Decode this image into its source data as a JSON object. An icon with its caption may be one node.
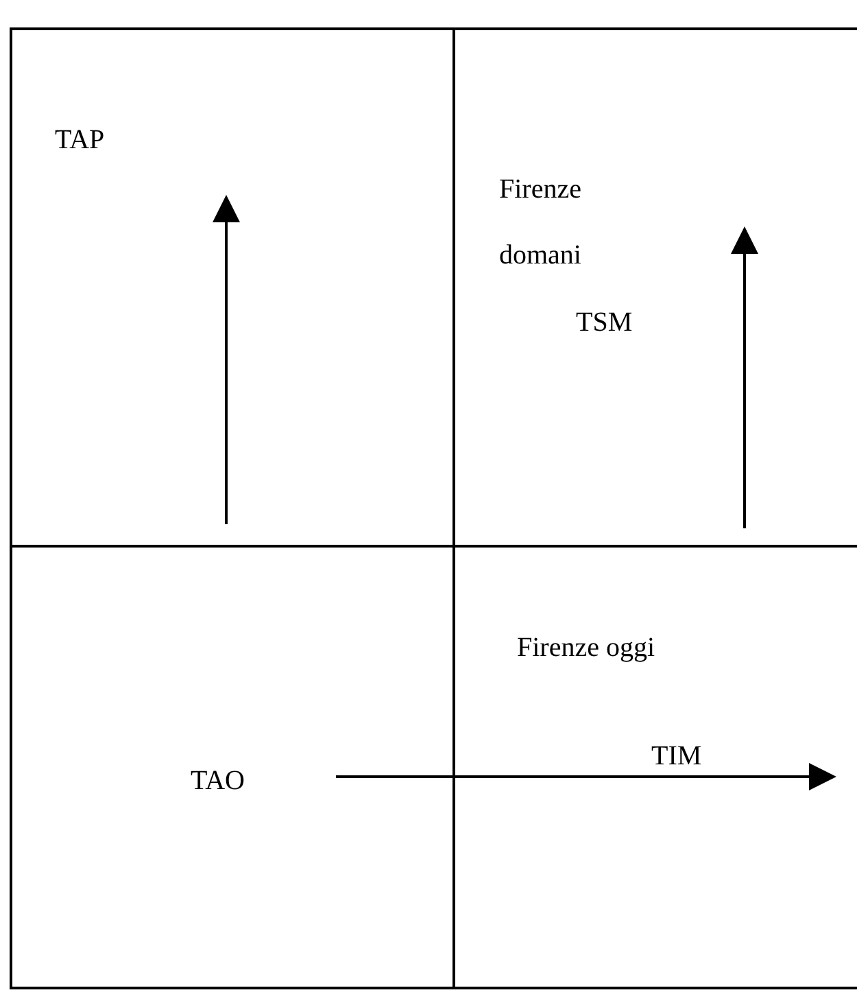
{
  "diagram": {
    "nodes": [
      {
        "text": [
          "TAP"
        ]
      },
      {
        "text": [
          "Firenze domani",
          "TSM"
        ]
      },
      {
        "text": [
          "TAO"
        ]
      },
      {
        "text": [
          "Firenze oggi",
          "TIM"
        ]
      }
    ],
    "edges": [
      {
        "from": 2,
        "to": 3,
        "arrow": "to"
      }
    ]
  }
}
